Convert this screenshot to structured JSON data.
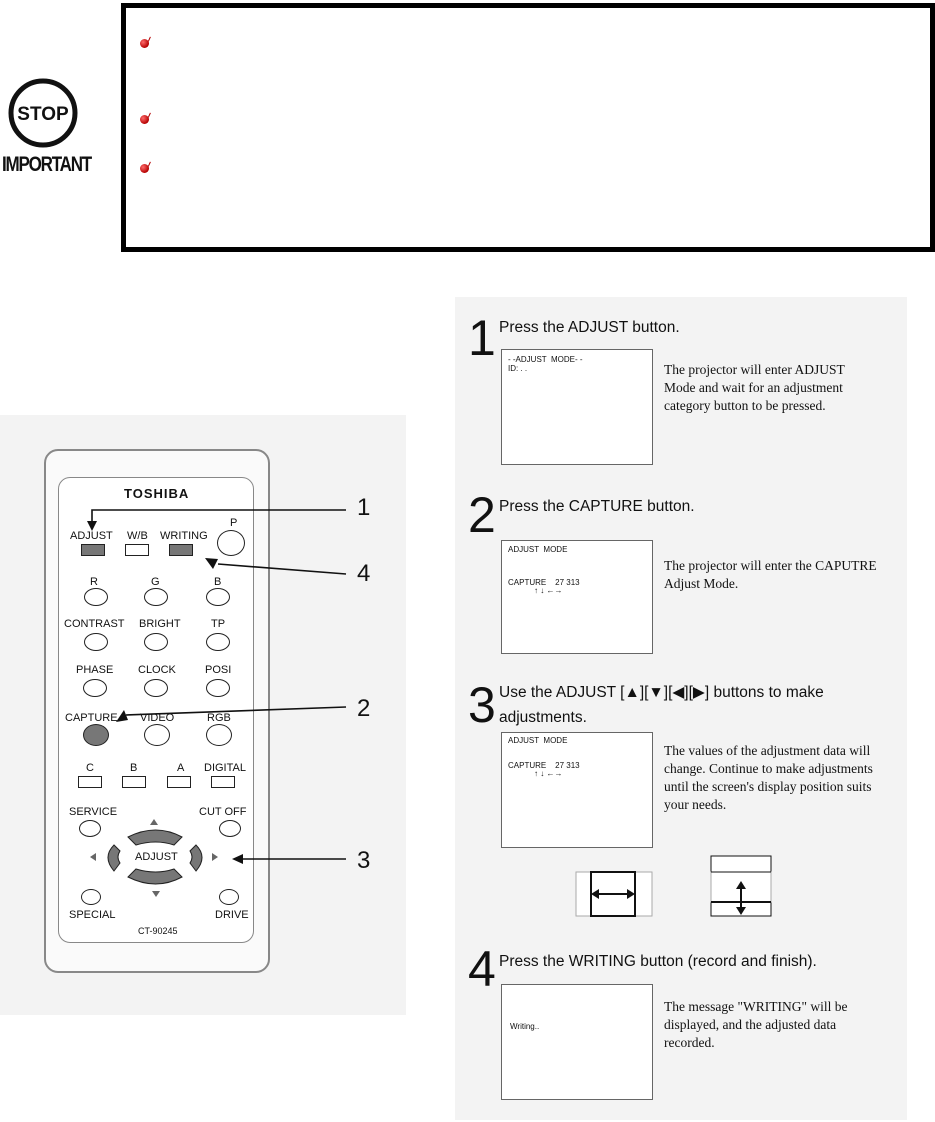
{
  "notice": {
    "stop_text": "STOP",
    "important_text": "IMPORTANT",
    "notes": [
      "",
      "",
      ""
    ]
  },
  "remote": {
    "brand": "TOSHIBA",
    "model": "CT-90245",
    "buttons": {
      "adjust": "ADJUST",
      "wb": "W/B",
      "writing": "WRITING",
      "p": "P",
      "r": "R",
      "g": "G",
      "b": "B",
      "contrast": "CONTRAST",
      "bright": "BRIGHT",
      "tp": "TP",
      "phase": "PHASE",
      "clock": "CLOCK",
      "posi": "POSI",
      "capture": "CAPTURE",
      "video": "VIDEO",
      "rgb": "RGB",
      "c": "C",
      "b2": "B",
      "a": "A",
      "digital": "DIGITAL",
      "service": "SERVICE",
      "cutoff": "CUT OFF",
      "adjust_pad": "ADJUST",
      "special": "SPECIAL",
      "drive": "DRIVE"
    },
    "callouts": [
      "1",
      "4",
      "2",
      "3"
    ]
  },
  "steps": [
    {
      "number": "1",
      "title": "Press the ADJUST button.",
      "screen": "- -ADJUST  MODE- -\nID: . .",
      "description": "The projector will enter ADJUST Mode and wait for an adjustment category button to be pressed."
    },
    {
      "number": "2",
      "title": "Press the CAPTURE button.",
      "screen_header": "ADJUST  MODE",
      "screen_value": "CAPTURE    27 313",
      "screen_arrows": "↑ ↓ ←→",
      "description": "The projector will enter the CAPUTRE Adjust Mode."
    },
    {
      "number": "3",
      "title_line1": "Use the ADJUST [▲][▼][◀][▶] buttons to make",
      "title_line2": "adjustments.",
      "screen_header": "ADJUST  MODE",
      "screen_value": "CAPTURE    27 313",
      "screen_arrows": "↑ ↓ ←→",
      "description": "The values of the adjustment data will change. Continue to make adjustments until the screen's display position suits your needs."
    },
    {
      "number": "4",
      "title": "Press the WRITING button (record and finish).",
      "screen": "Writing..",
      "description": "The message \"WRITING\" will be displayed, and the adjusted data recorded."
    }
  ]
}
